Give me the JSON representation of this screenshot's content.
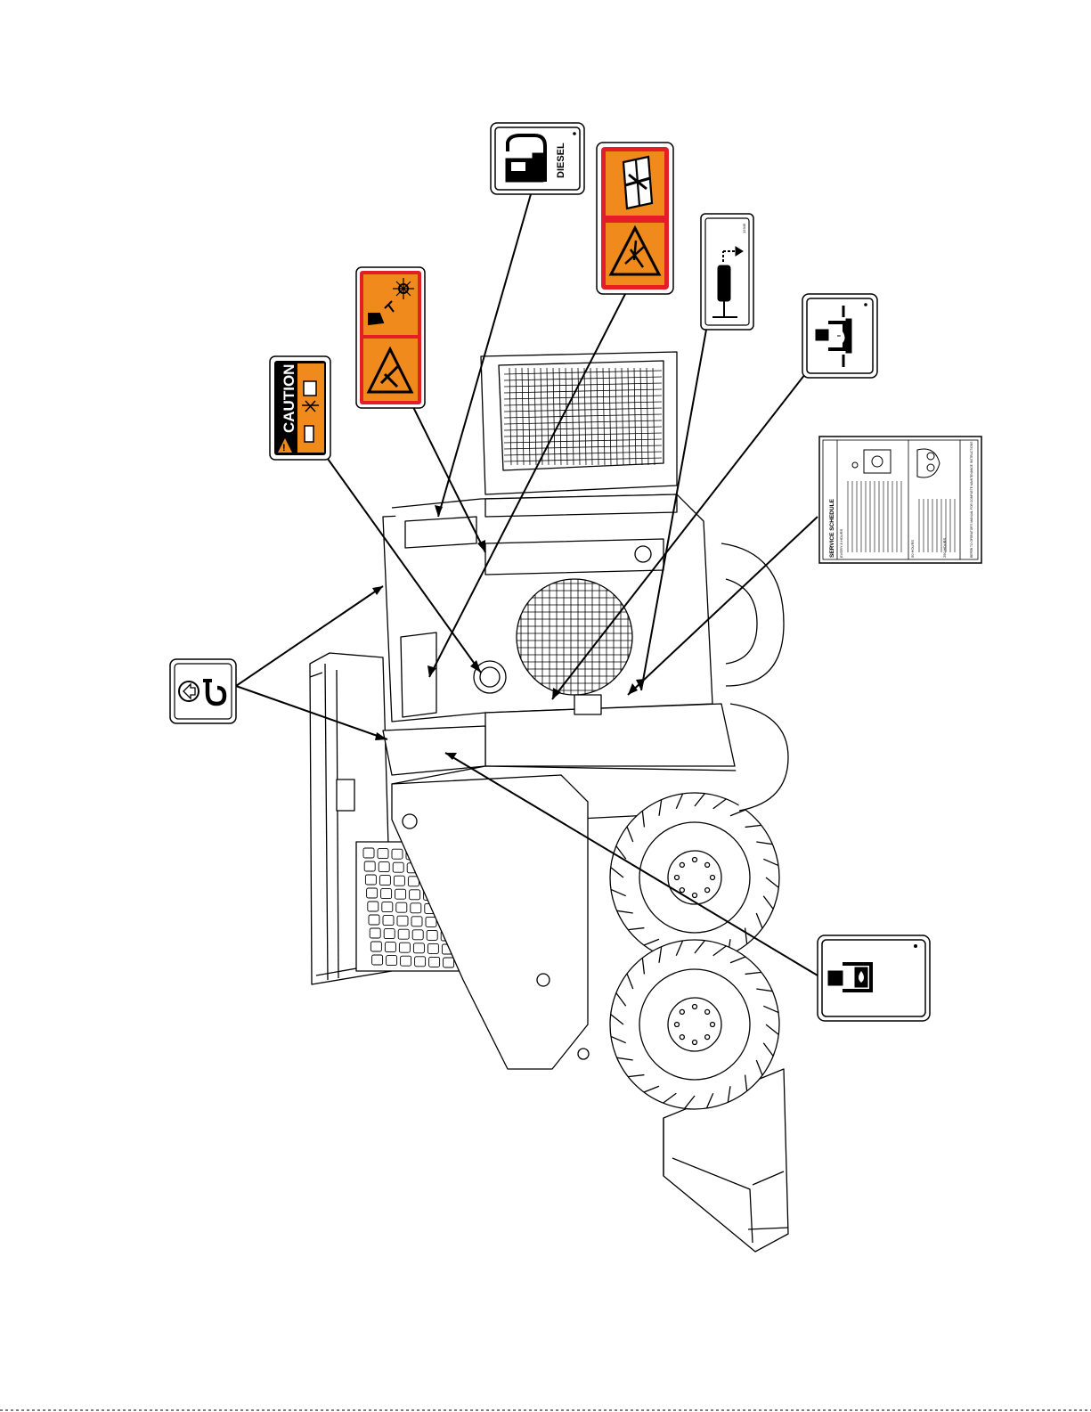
{
  "colors": {
    "safety_orange": "#f08a1c",
    "safety_red": "#e41e26",
    "ink": "#000000",
    "paper": "#ffffff"
  },
  "decals": {
    "caution": {
      "word": "CAUTION",
      "icon": "caution-hot-surface-icon"
    },
    "hand_spray": {
      "icon": "hand-spray-warning-icon",
      "icon_lower": "pressurized-fluid-triangle-icon"
    },
    "diesel": {
      "label": "DIESEL",
      "icon": "fuel-pump-icon"
    },
    "manual_cut": {
      "icon": "read-manual-icon",
      "icon_lower": "fan-cut-hazard-triangle-icon"
    },
    "dipstick": {
      "icon": "engine-oil-dipstick-icon",
      "code": "12345"
    },
    "hydraulic_oil": {
      "icon": "hydraulic-oil-level-icon"
    },
    "service_schedule": {
      "title": "SERVICE SCHEDULE",
      "section_daily": "EVERY 8 HOURS",
      "section_50": "50 HOURS",
      "section_250": "250 HOURS",
      "footer": "REFER TO OPERATOR'S MANUAL FOR COMPLETE MAINTENANCE INSTRUCTIONS"
    },
    "tie_down": {
      "icon": "tie-down-hook-icon"
    },
    "engine_oil": {
      "icon": "engine-oil-fill-icon"
    }
  }
}
